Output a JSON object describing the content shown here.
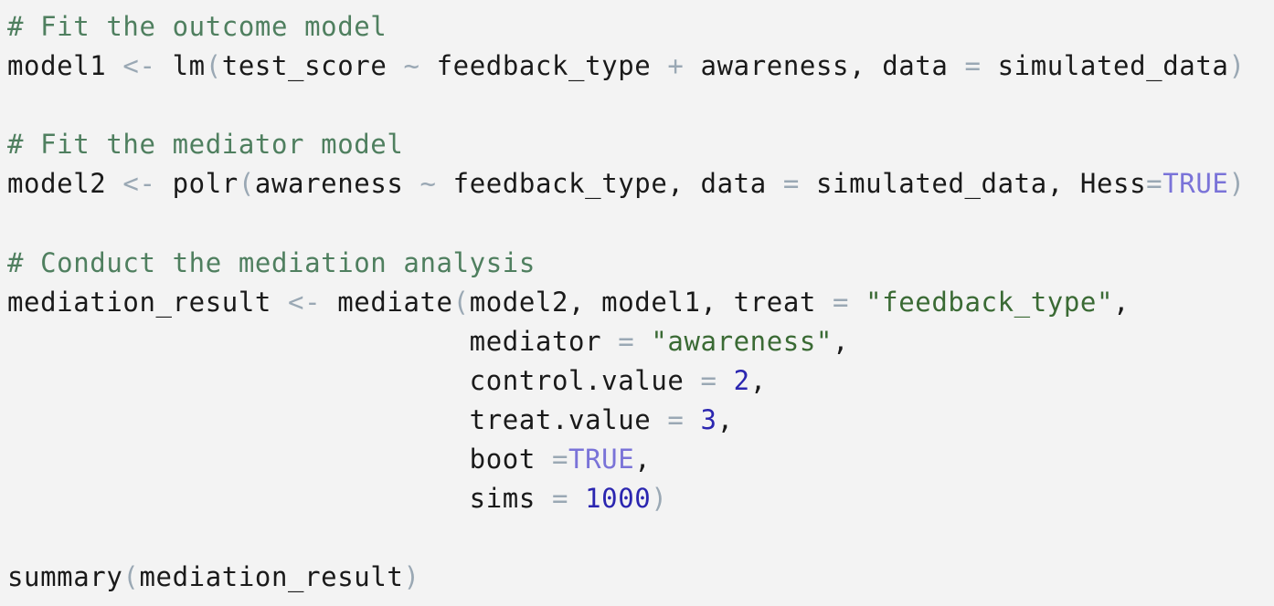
{
  "code_block": {
    "language": "R",
    "colors": {
      "background": "#f3f3f3",
      "text": "#1a1a1a",
      "comment": "#4f7f5f",
      "operator": "#9aa8b4",
      "string": "#3a6a34",
      "number": "#2b26b0",
      "constant": "#7a73d8"
    },
    "lines": [
      [
        {
          "t": "comment",
          "v": "# Fit the outcome model"
        }
      ],
      [
        {
          "t": "plain",
          "v": "model1 "
        },
        {
          "t": "op",
          "v": "<-"
        },
        {
          "t": "plain",
          "v": " lm"
        },
        {
          "t": "paren",
          "v": "("
        },
        {
          "t": "plain",
          "v": "test_score "
        },
        {
          "t": "op",
          "v": "~"
        },
        {
          "t": "plain",
          "v": " feedback_type "
        },
        {
          "t": "op",
          "v": "+"
        },
        {
          "t": "plain",
          "v": " awareness, data "
        },
        {
          "t": "op",
          "v": "="
        },
        {
          "t": "plain",
          "v": " simulated_data"
        },
        {
          "t": "paren",
          "v": ")"
        }
      ],
      [],
      [
        {
          "t": "comment",
          "v": "# Fit the mediator model"
        }
      ],
      [
        {
          "t": "plain",
          "v": "model2 "
        },
        {
          "t": "op",
          "v": "<-"
        },
        {
          "t": "plain",
          "v": " polr"
        },
        {
          "t": "paren",
          "v": "("
        },
        {
          "t": "plain",
          "v": "awareness "
        },
        {
          "t": "op",
          "v": "~"
        },
        {
          "t": "plain",
          "v": " feedback_type, data "
        },
        {
          "t": "op",
          "v": "="
        },
        {
          "t": "plain",
          "v": " simulated_data, Hess"
        },
        {
          "t": "op",
          "v": "="
        },
        {
          "t": "const",
          "v": "TRUE"
        },
        {
          "t": "paren",
          "v": ")"
        }
      ],
      [],
      [
        {
          "t": "comment",
          "v": "# Conduct the mediation analysis"
        }
      ],
      [
        {
          "t": "plain",
          "v": "mediation_result "
        },
        {
          "t": "op",
          "v": "<-"
        },
        {
          "t": "plain",
          "v": " mediate"
        },
        {
          "t": "paren",
          "v": "("
        },
        {
          "t": "plain",
          "v": "model2, model1, treat "
        },
        {
          "t": "op",
          "v": "="
        },
        {
          "t": "plain",
          "v": " "
        },
        {
          "t": "str",
          "v": "\"feedback_type\""
        },
        {
          "t": "plain",
          "v": ","
        }
      ],
      [
        {
          "t": "plain",
          "v": "                            mediator "
        },
        {
          "t": "op",
          "v": "="
        },
        {
          "t": "plain",
          "v": " "
        },
        {
          "t": "str",
          "v": "\"awareness\""
        },
        {
          "t": "plain",
          "v": ","
        }
      ],
      [
        {
          "t": "plain",
          "v": "                            control.value "
        },
        {
          "t": "op",
          "v": "="
        },
        {
          "t": "plain",
          "v": " "
        },
        {
          "t": "num",
          "v": "2"
        },
        {
          "t": "plain",
          "v": ","
        }
      ],
      [
        {
          "t": "plain",
          "v": "                            treat.value "
        },
        {
          "t": "op",
          "v": "="
        },
        {
          "t": "plain",
          "v": " "
        },
        {
          "t": "num",
          "v": "3"
        },
        {
          "t": "plain",
          "v": ","
        }
      ],
      [
        {
          "t": "plain",
          "v": "                            boot "
        },
        {
          "t": "op",
          "v": "="
        },
        {
          "t": "const",
          "v": "TRUE"
        },
        {
          "t": "plain",
          "v": ","
        }
      ],
      [
        {
          "t": "plain",
          "v": "                            sims "
        },
        {
          "t": "op",
          "v": "="
        },
        {
          "t": "plain",
          "v": " "
        },
        {
          "t": "num",
          "v": "1000"
        },
        {
          "t": "paren",
          "v": ")"
        }
      ],
      [],
      [
        {
          "t": "plain",
          "v": "summary"
        },
        {
          "t": "paren",
          "v": "("
        },
        {
          "t": "plain",
          "v": "mediation_result"
        },
        {
          "t": "paren",
          "v": ")"
        }
      ]
    ]
  }
}
